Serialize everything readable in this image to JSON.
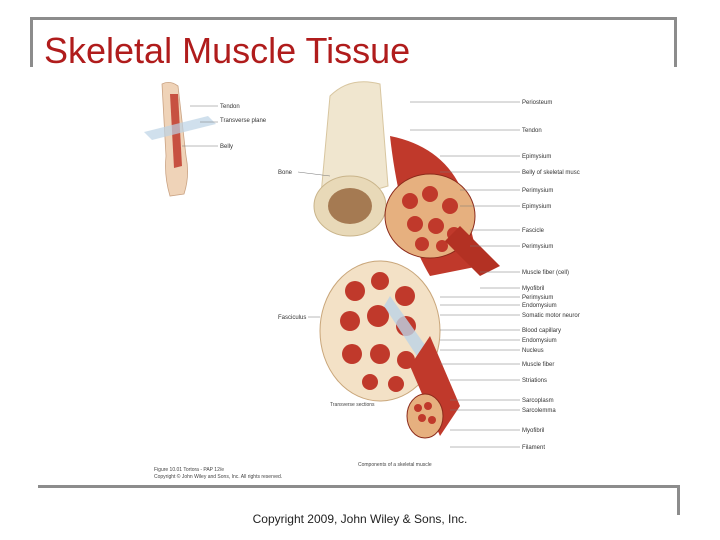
{
  "slide": {
    "title": "Skeletal Muscle Tissue",
    "footer": "Copyright 2009, John Wiley & Sons, Inc."
  },
  "figure": {
    "arm_labels": [
      "Tendon",
      "Transverse plane",
      "Belly"
    ],
    "left_labels": [
      "Bone",
      "Fasciculus"
    ],
    "right_labels": [
      "Periosteum",
      "Tendon",
      "Epimysium",
      "Belly of skeletal muscle",
      "Perimysium",
      "Epimysium",
      "Fascicle",
      "Perimysium",
      "Muscle fiber (cell)",
      "Myofibril",
      "Perimysium",
      "Endomysium",
      "Somatic motor neuron",
      "Blood capillary",
      "Endomysium",
      "Nucleus",
      "Muscle fiber",
      "Striations",
      "Sarcoplasm",
      "Sarcolemma",
      "Myofibril",
      "Filament"
    ],
    "caption_transverse": "Transverse sections",
    "caption_components": "Components of a skeletal muscle",
    "figure_credit": "Figure 10.01 Tortora - PAP 12/e",
    "copyright_small": "Copyright © John Wiley and Sons, Inc. All rights reserved."
  }
}
